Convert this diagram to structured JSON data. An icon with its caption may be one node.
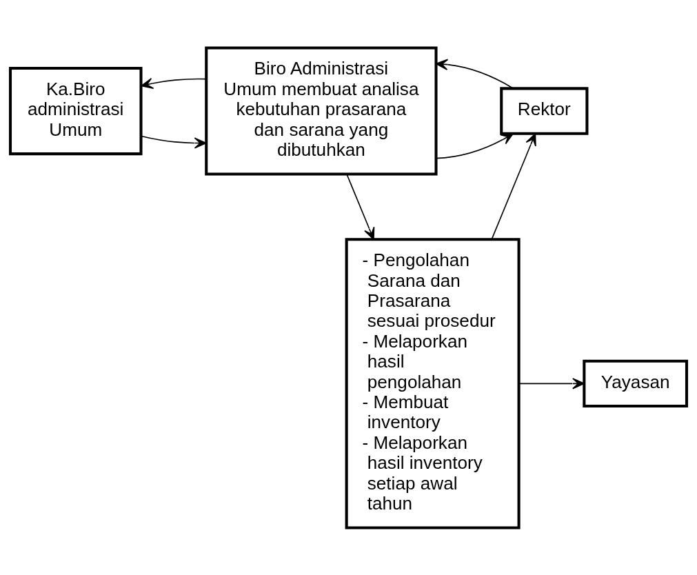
{
  "diagram": {
    "nodes": [
      {
        "text": [
          "Ka.Biro administrasi Umum"
        ]
      },
      {
        "text": [
          "Biro Administrasi Umum membuat analisa kebutuhan prasarana dan sarana yang dibutuhkan"
        ]
      },
      {
        "text": [
          "Rektor"
        ]
      },
      {
        "text": [
          "- Pengolahan Sarana dan Prasarana sesuai prosedur",
          "- Melaporkan hasil pengolahan",
          "- Membuat inventory",
          "- Melaporkan hasil inventory setiap awal tahun"
        ]
      },
      {
        "text": [
          "Yayasan"
        ]
      }
    ],
    "edges": [
      {
        "from": 0,
        "to": 1,
        "arrow": "to"
      },
      {
        "from": 1,
        "to": 0,
        "arrow": "to"
      },
      {
        "from": 1,
        "to": 2,
        "arrow": "to"
      },
      {
        "from": 2,
        "to": 1,
        "arrow": "to"
      },
      {
        "from": 1,
        "to": 3,
        "arrow": "to"
      },
      {
        "from": 3,
        "to": 2,
        "arrow": "to"
      },
      {
        "from": 3,
        "to": 4,
        "arrow": "to"
      }
    ]
  }
}
